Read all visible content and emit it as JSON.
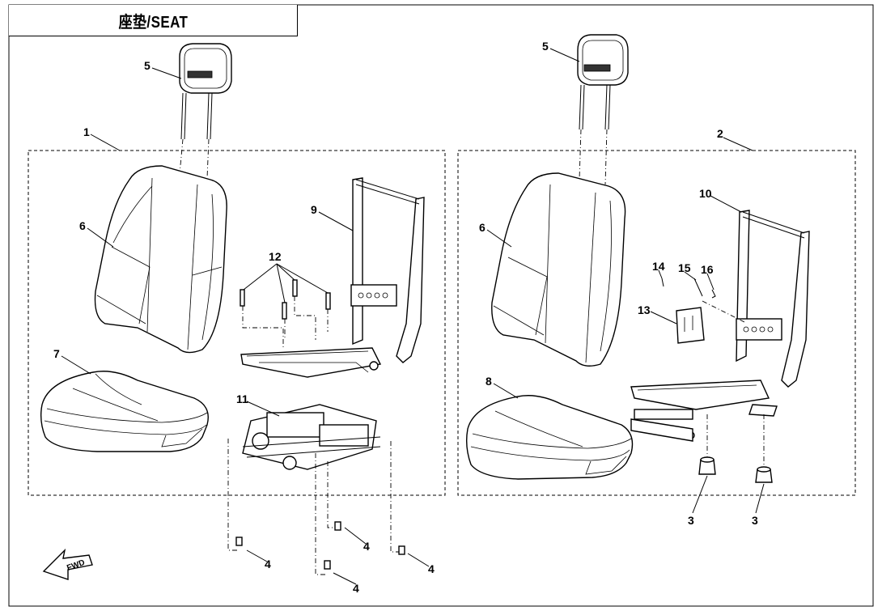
{
  "title": "座垫/SEAT",
  "callouts": {
    "c1": "1",
    "c2": "2",
    "c3a": "3",
    "c3b": "3",
    "c4a": "4",
    "c4b": "4",
    "c4c": "4",
    "c4d": "4",
    "c5a": "5",
    "c5b": "5",
    "c6a": "6",
    "c6b": "6",
    "c7": "7",
    "c8": "8",
    "c9": "9",
    "c10": "10",
    "c11": "11",
    "c12": "12",
    "c13": "13",
    "c14": "14",
    "c15": "15",
    "c16": "16"
  },
  "fwd_label": "FWD"
}
